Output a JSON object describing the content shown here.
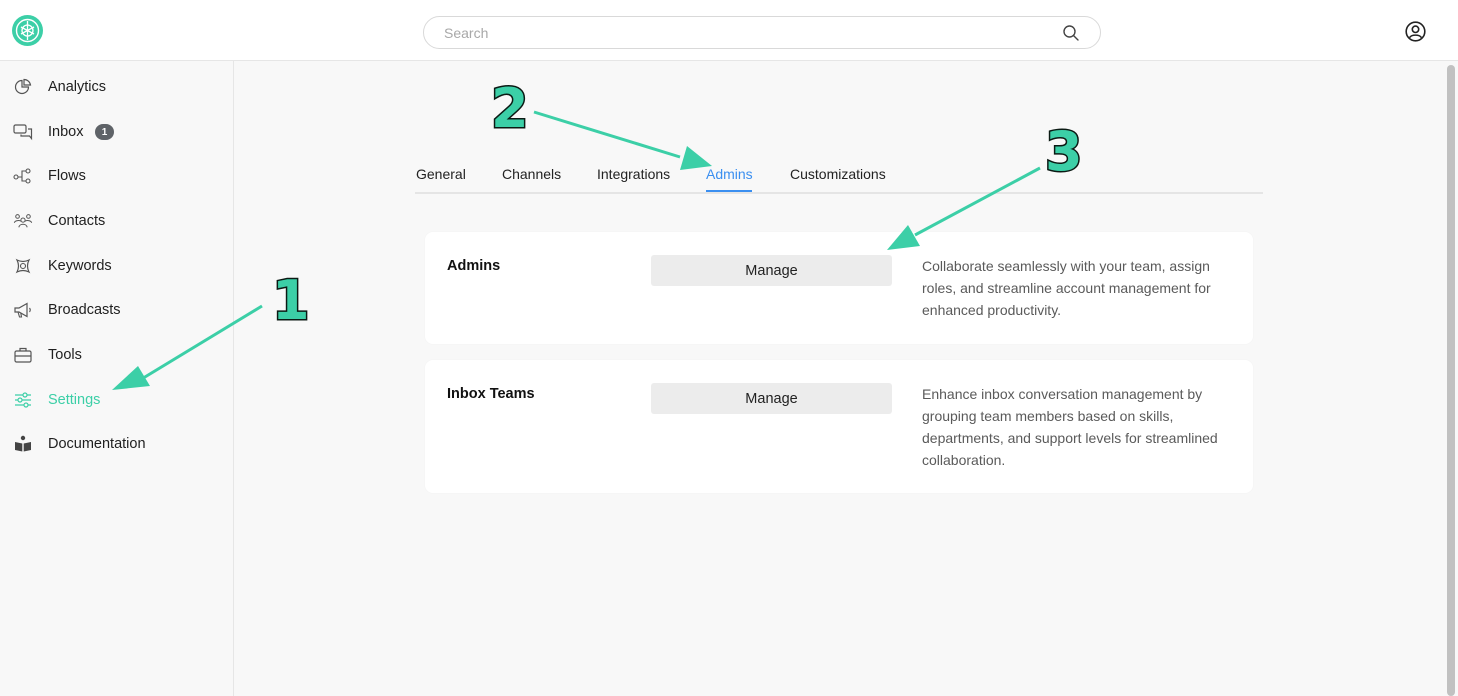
{
  "header": {
    "search_placeholder": "Search",
    "icons": {
      "logo": "brand-logo-icon",
      "search": "search-icon",
      "user": "user-account-icon"
    }
  },
  "sidebar": {
    "items": [
      {
        "label": "Analytics",
        "icon": "pie-chart-icon"
      },
      {
        "label": "Inbox",
        "icon": "chat-bubbles-icon",
        "badge": "1"
      },
      {
        "label": "Flows",
        "icon": "flow-nodes-icon"
      },
      {
        "label": "Contacts",
        "icon": "people-icon"
      },
      {
        "label": "Keywords",
        "icon": "keywords-icon"
      },
      {
        "label": "Broadcasts",
        "icon": "megaphone-icon"
      },
      {
        "label": "Tools",
        "icon": "toolbox-icon"
      },
      {
        "label": "Settings",
        "icon": "sliders-icon",
        "active": true
      },
      {
        "label": "Documentation",
        "icon": "documentation-icon"
      }
    ]
  },
  "tabs": {
    "items": [
      "General",
      "Channels",
      "Integrations",
      "Admins",
      "Customizations"
    ],
    "active": "Admins"
  },
  "cards": [
    {
      "title": "Admins",
      "button_label": "Manage",
      "description": "Collaborate seamlessly with your team, assign roles, and streamline account management for enhanced productivity."
    },
    {
      "title": "Inbox Teams",
      "button_label": "Manage",
      "description": "Enhance inbox conversation management by grouping team members based on skills, departments, and support levels for streamlined collaboration."
    }
  ],
  "annotations": {
    "steps": [
      "1",
      "2",
      "3"
    ]
  },
  "colors": {
    "accent": "#3ccfa7",
    "active_tab": "#3b8ff0",
    "badge": "#5f6368"
  }
}
